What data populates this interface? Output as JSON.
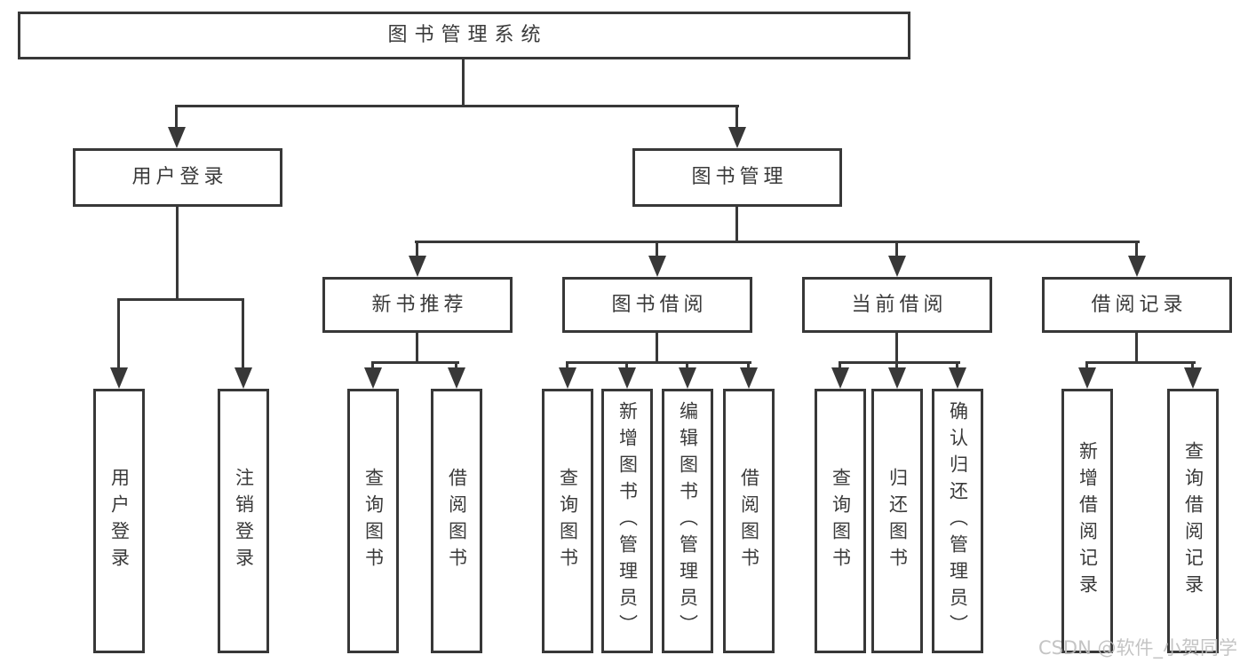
{
  "tree": {
    "root": {
      "label": "图书管理系统"
    },
    "branches": [
      {
        "label": "用户登录",
        "children": [
          {
            "label": "用户登录"
          },
          {
            "label": "注销登录"
          }
        ]
      },
      {
        "label": "图书管理",
        "children": [
          {
            "label": "新书推荐",
            "children": [
              {
                "label": "查询图书"
              },
              {
                "label": "借阅图书"
              }
            ]
          },
          {
            "label": "图书借阅",
            "children": [
              {
                "label": "查询图书"
              },
              {
                "label": "新增图书（管理员）"
              },
              {
                "label": "编辑图书（管理员）"
              },
              {
                "label": "借阅图书"
              }
            ]
          },
          {
            "label": "当前借阅",
            "children": [
              {
                "label": "查询图书"
              },
              {
                "label": "归还图书"
              },
              {
                "label": "确认归还（管理员）"
              }
            ]
          },
          {
            "label": "借阅记录",
            "children": [
              {
                "label": "新增借阅记录"
              },
              {
                "label": "查询借阅记录"
              }
            ]
          }
        ]
      }
    ]
  },
  "watermark": {
    "text": "CSDN @软件_小贺同学"
  },
  "colors": {
    "line": "#383838",
    "text": "#3a3a3a",
    "background": "#ffffff",
    "watermark": "#bebebe"
  }
}
